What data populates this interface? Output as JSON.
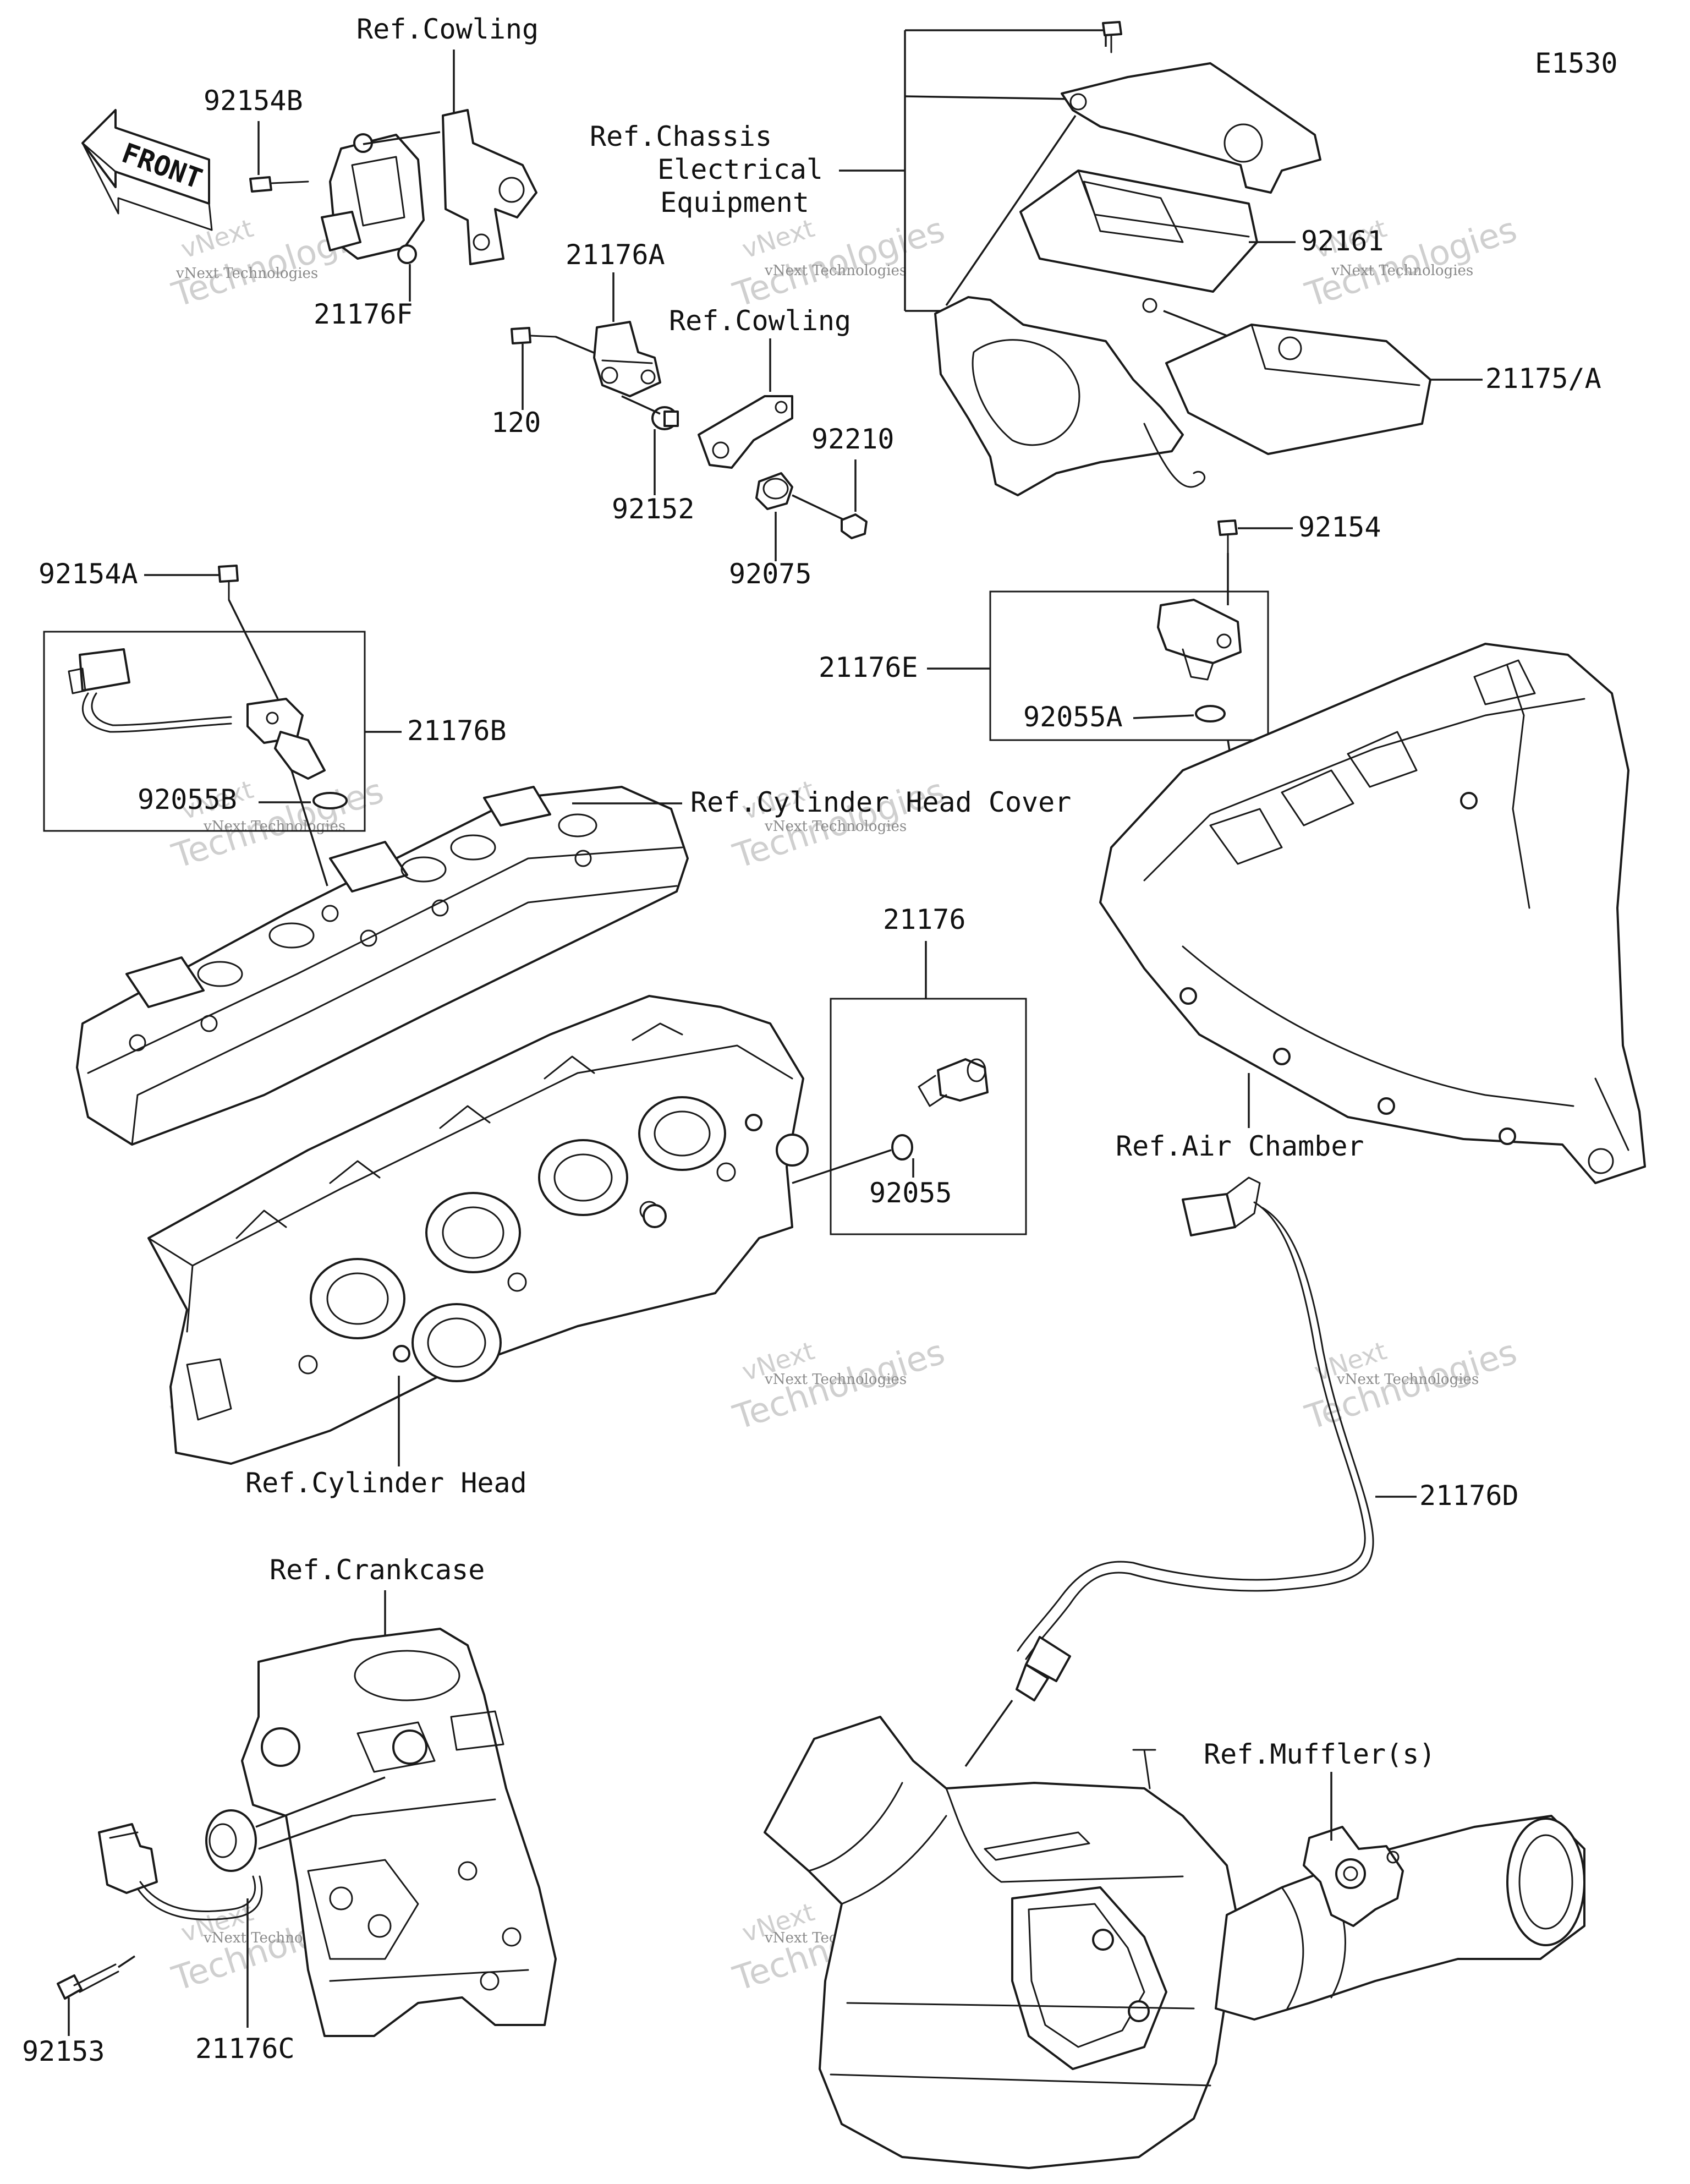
{
  "diagram_id": "E1530",
  "front_arrow_label": "FRONT",
  "references": {
    "cowling_top": "Ref.Cowling",
    "cowling_mid": "Ref.Cowling",
    "chassis_line1": "Ref.Chassis",
    "chassis_line2": "Electrical",
    "chassis_line3": "Equipment",
    "cylinder_head_cover": "Ref.Cylinder Head Cover",
    "cylinder_head": "Ref.Cylinder Head",
    "air_chamber": "Ref.Air Chamber",
    "crankcase": "Ref.Crankcase",
    "mufflers": "Ref.Muffler(s)"
  },
  "parts": {
    "p92154B": "92154B",
    "p21176F": "21176F",
    "p21176A": "21176A",
    "p120": "120",
    "p92152": "92152",
    "p92075": "92075",
    "p92210": "92210",
    "p92161": "92161",
    "p21175A": "21175/A",
    "p92154": "92154",
    "p21176E": "21176E",
    "p92055A": "92055A",
    "p92154A": "92154A",
    "p21176B": "21176B",
    "p92055B": "92055B",
    "p21176": "21176",
    "p92055": "92055",
    "p21176D": "21176D",
    "p92153": "92153",
    "p21176C": "21176C"
  },
  "watermark": {
    "brand": "vNext",
    "word": "Technologies",
    "full": "vNext Technologies"
  }
}
